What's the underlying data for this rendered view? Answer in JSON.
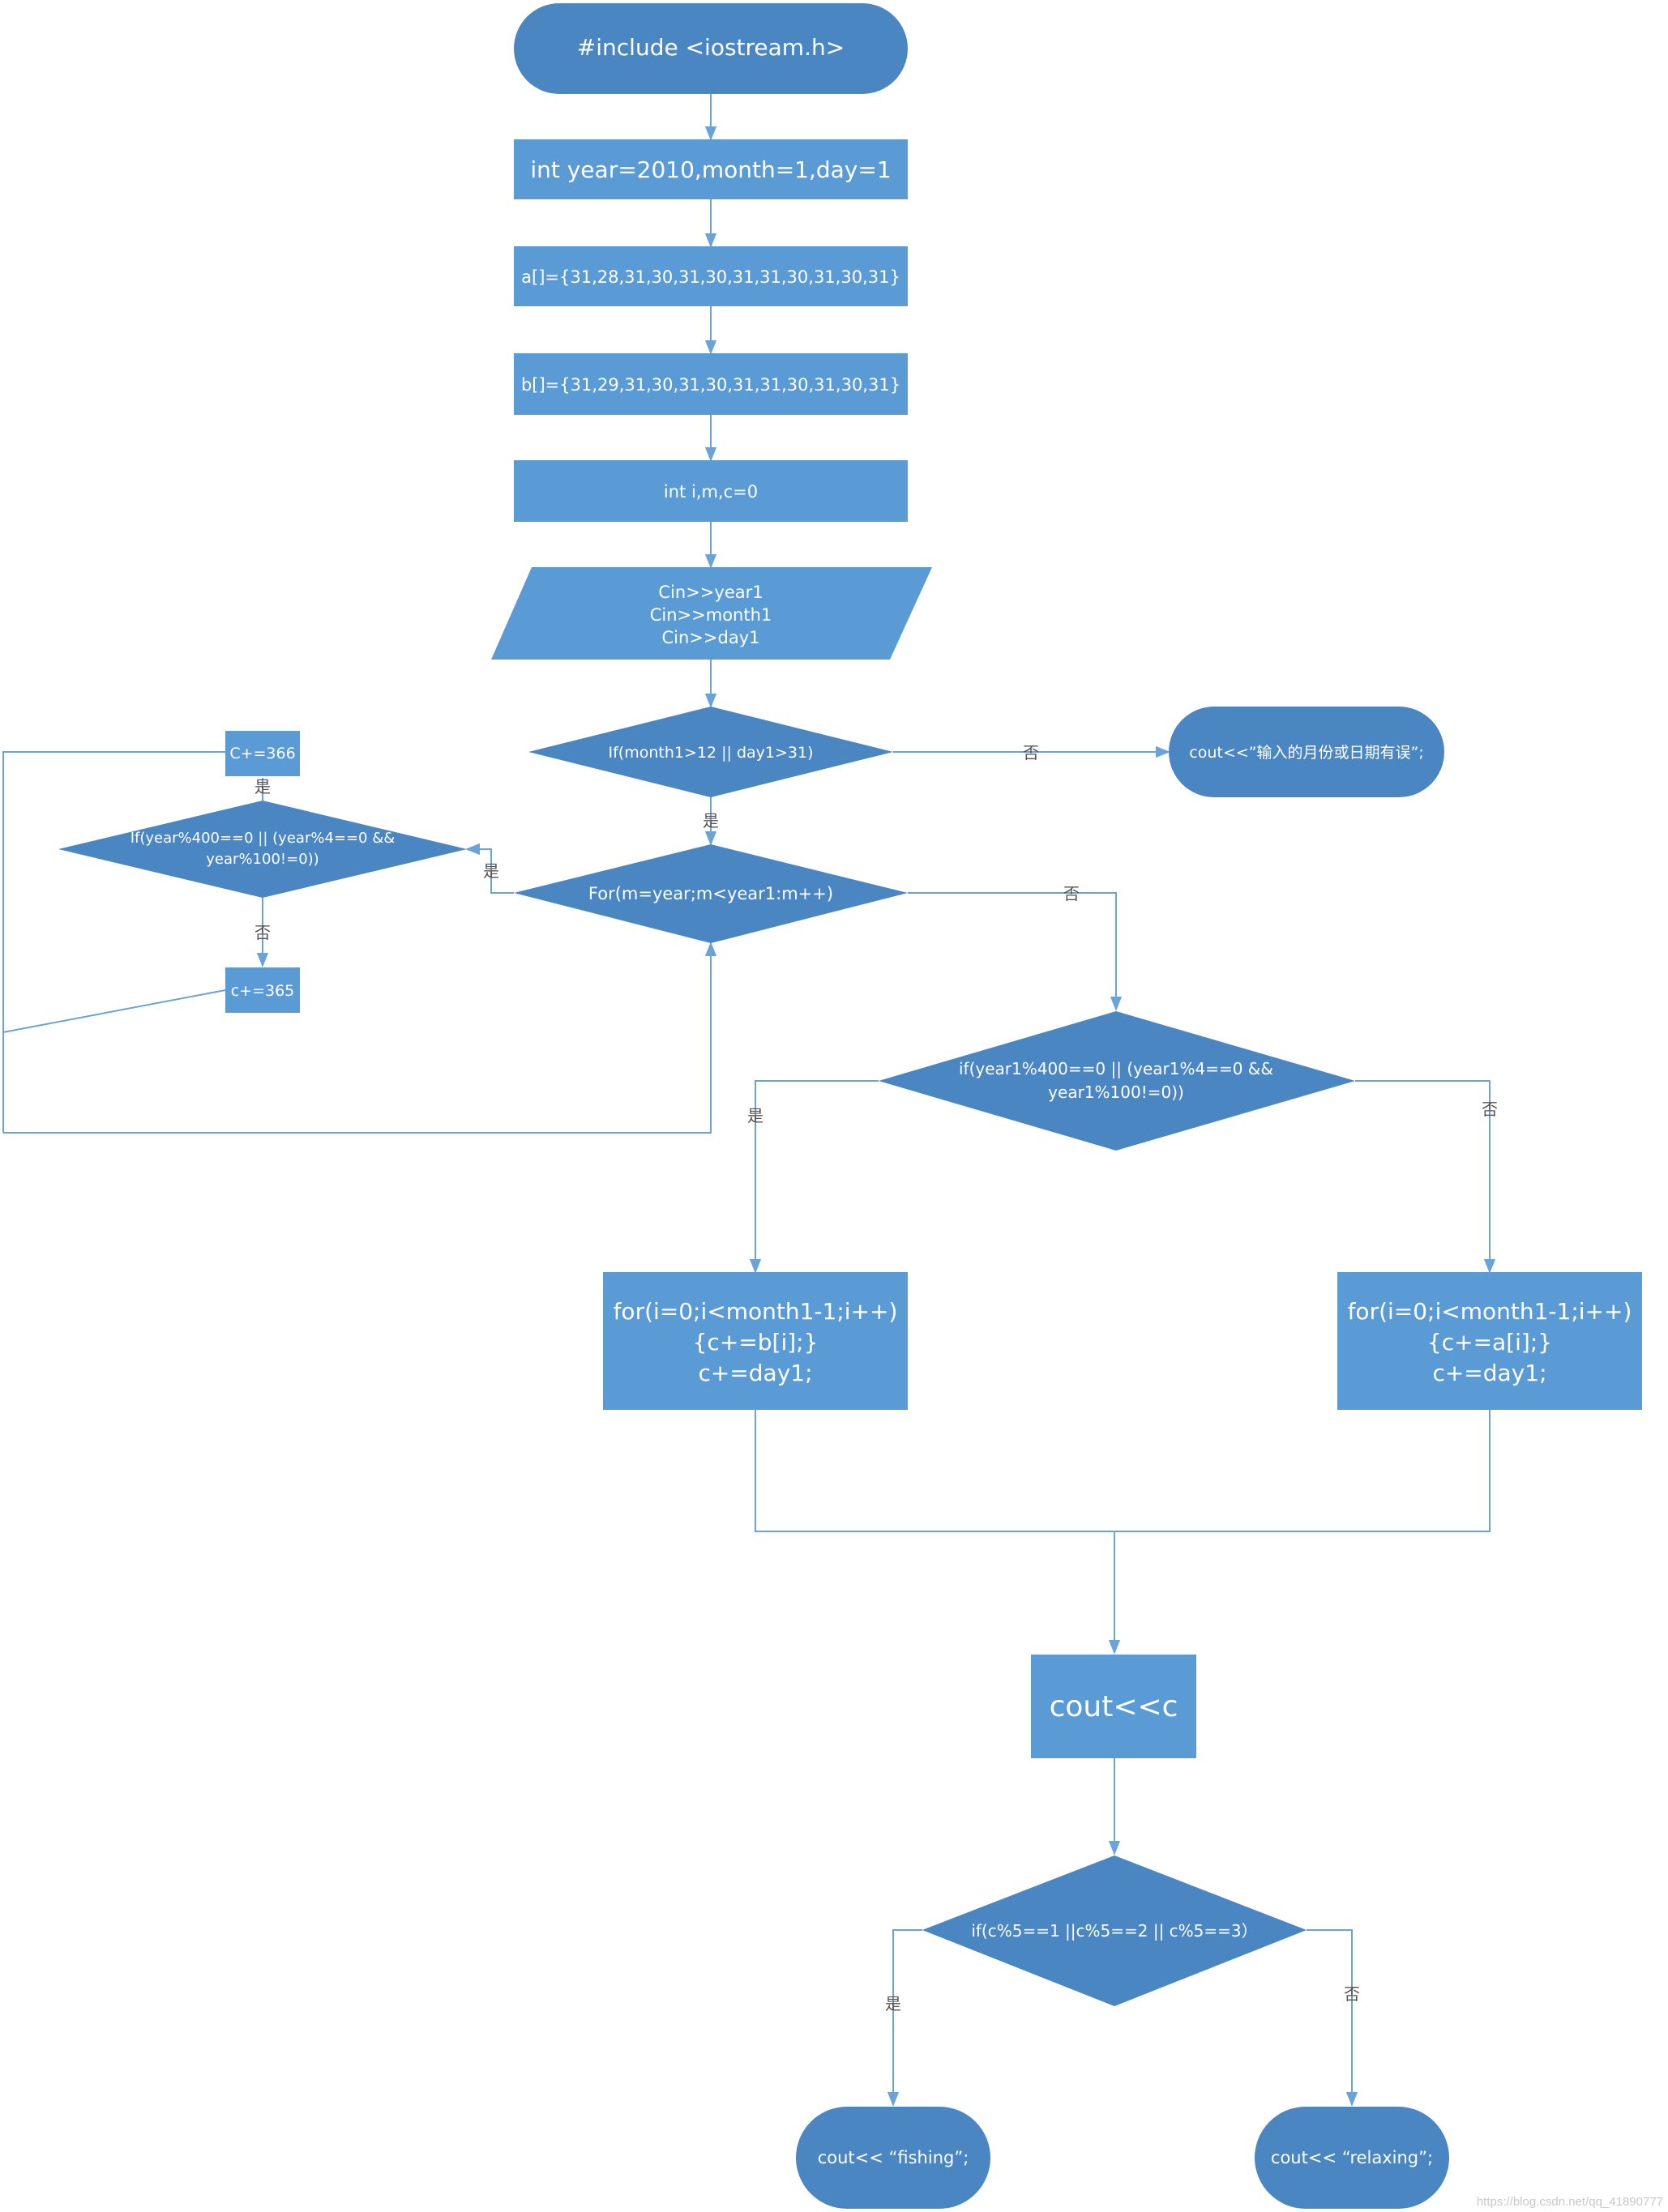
{
  "colors": {
    "shape": "#5a9bd5",
    "shape_dark": "#4a86c2",
    "edge": "#6aa3d8",
    "text": "#ffffff",
    "label": "#555555"
  },
  "nodes": {
    "include": "#include <iostream.h>",
    "init_vars": "int year=2010,month=1,day=1",
    "array_a": "a[]={31,28,31,30,31,30,31,31,30,31,30,31}",
    "array_b": "b[]={31,29,31,30,31,30,31,31,30,31,30,31}",
    "int_vars": "int i,m,c=0",
    "input": [
      "Cin>>year1",
      "Cin>>month1",
      "Cin>>day1"
    ],
    "check_input": "If(month1>12 || day1>31)",
    "error_output": "cout<<”输入的月份或日期有误”;",
    "for_loop": "For(m=year;m<year1:m++)",
    "leap_check": [
      "If(year%400==0 || (year%4==0 &&",
      "year%100!=0))"
    ],
    "add_366": "C+=366",
    "add_365": "c+=365",
    "leap_check_year1": [
      "if(year1%400==0 || (year1%4==0 &&",
      "year1%100!=0))"
    ],
    "for_b": [
      "for(i=0;i<month1-1;i++)",
      "{c+=b[i];}",
      "c+=day1;"
    ],
    "for_a": [
      "for(i=0;i<month1-1;i++)",
      "{c+=a[i];}",
      "c+=day1;"
    ],
    "output_c": "cout<<c",
    "mod_check": "if(c%5==1 ||c%5==2 || c%5==3）",
    "fishing": "cout<< “fishing”;",
    "relaxing": "cout<< “relaxing”;"
  },
  "edge_labels": {
    "yes": "是",
    "no": "否"
  },
  "watermark": "https://blog.csdn.net/qq_41890777"
}
